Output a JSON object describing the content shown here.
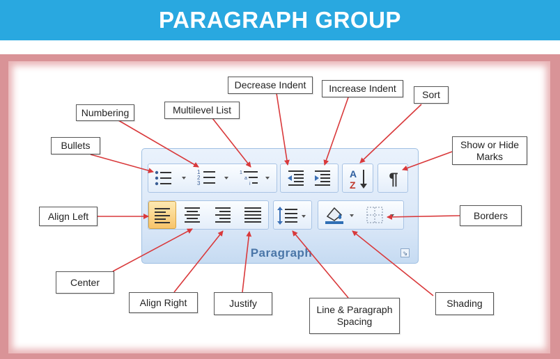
{
  "banner": {
    "title": "PARAGRAPH GROUP"
  },
  "group": {
    "title": "Paragraph",
    "launcher_glyph": "⇘"
  },
  "callouts": {
    "decrease_indent": "Decrease Indent",
    "increase_indent": "Increase Indent",
    "numbering": "Numbering",
    "multilevel_list": "Multilevel List",
    "sort": "Sort",
    "bullets": "Bullets",
    "show_hide_marks_line1": "Show or Hide",
    "show_hide_marks_line2": "Marks",
    "align_left": "Align Left",
    "borders": "Borders",
    "center": "Center",
    "align_right": "Align Right",
    "justify": "Justify",
    "line_spacing_line1": "Line & Paragraph",
    "line_spacing_line2": "Spacing",
    "shading": "Shading"
  },
  "buttons": {
    "sort_letter_a": "A",
    "sort_letter_z": "Z",
    "show_hide_glyph": "¶"
  },
  "colors": {
    "banner": "#29a8e0",
    "frame": "#d99397",
    "arrow": "#d9393b",
    "active_button": "#f8c46a"
  },
  "icons": [
    "bullets-icon",
    "numbering-icon",
    "multilevel-list-icon",
    "decrease-indent-icon",
    "increase-indent-icon",
    "sort-icon",
    "pilcrow-icon",
    "align-left-icon",
    "center-icon",
    "align-right-icon",
    "justify-icon",
    "line-spacing-icon",
    "shading-icon",
    "borders-icon",
    "dialog-launcher-icon"
  ]
}
